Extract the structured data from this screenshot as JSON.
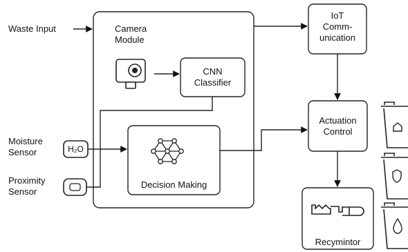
{
  "inputs": {
    "waste_input": "Waste Input",
    "moisture_sensor": "Moisture\nSensor",
    "proximity_sensor": "Proximity\nSensor",
    "h2o_label": "H₂O"
  },
  "main_block": {
    "camera_module": "Camera\nModule",
    "cnn_classifier": "CNN\nClassifier",
    "decision_making": "Decision Making"
  },
  "right_column": {
    "iot_communication": "IoT\nComm-\nunication",
    "actuation_control": "Actuation\nControl",
    "recymintor": "Recymintor"
  },
  "icons": {
    "camera": "camera-icon",
    "neural_network": "neural-network-icon",
    "water": "h2o-icon",
    "proximity": "proximity-sensor-icon",
    "recymintor": "conveyor-icon",
    "bins": [
      "bin-icon",
      "bin-icon",
      "bin-icon"
    ]
  }
}
